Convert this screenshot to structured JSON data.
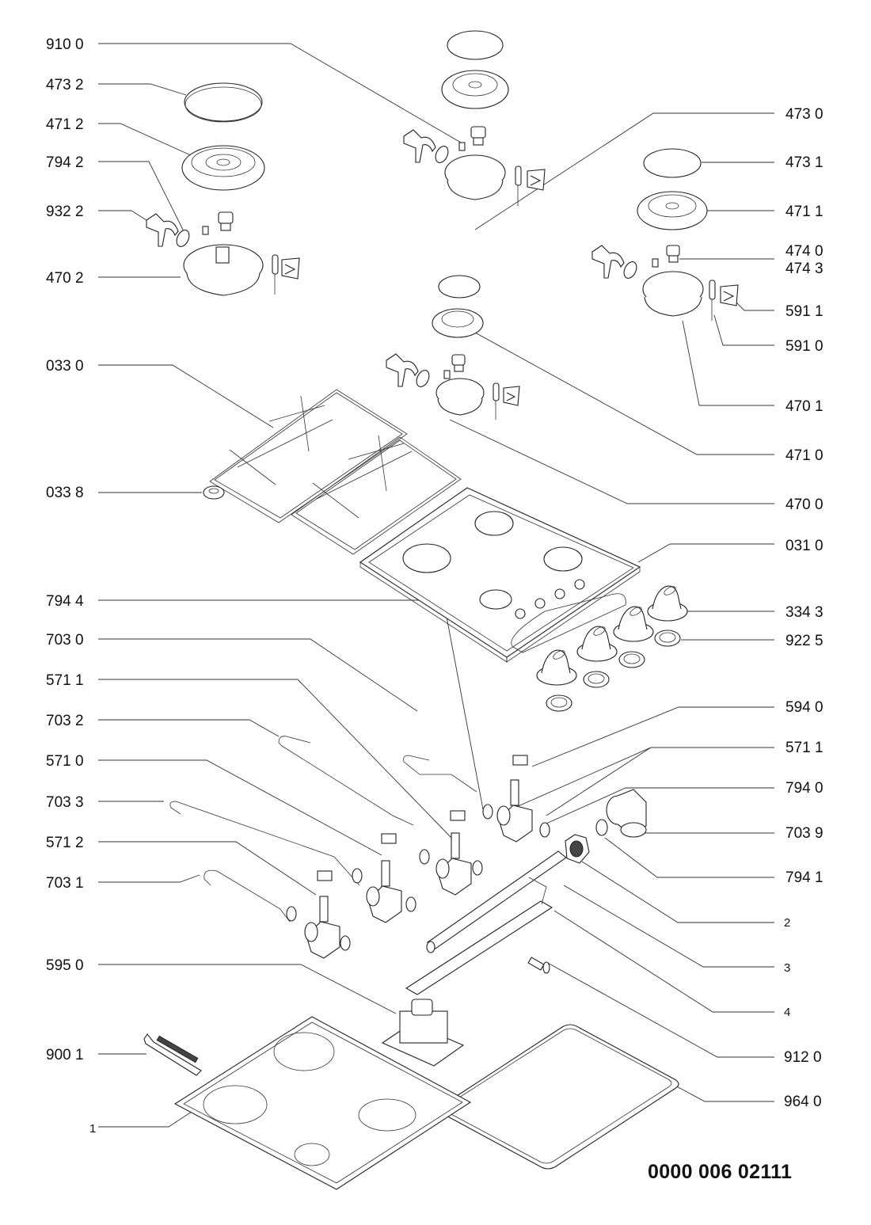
{
  "diagram": {
    "type": "exploded-parts-view",
    "subject": "gas hob (4 burners)",
    "drawing_number": "0000 006 02111"
  },
  "labels_left": [
    {
      "id": "910-0",
      "text": "910 0"
    },
    {
      "id": "473-2",
      "text": "473 2"
    },
    {
      "id": "471-2",
      "text": "471 2"
    },
    {
      "id": "794-2",
      "text": "794 2"
    },
    {
      "id": "932-2",
      "text": "932 2"
    },
    {
      "id": "470-2",
      "text": "470 2"
    },
    {
      "id": "033-0",
      "text": "033 0"
    },
    {
      "id": "033-8",
      "text": "033 8"
    },
    {
      "id": "794-4",
      "text": "794 4"
    },
    {
      "id": "703-0",
      "text": "703 0"
    },
    {
      "id": "571-1-left",
      "text": "571 1"
    },
    {
      "id": "703-2",
      "text": "703 2"
    },
    {
      "id": "571-0",
      "text": "571 0"
    },
    {
      "id": "703-3",
      "text": "703 3"
    },
    {
      "id": "571-2",
      "text": "571 2"
    },
    {
      "id": "703-1",
      "text": "703 1"
    },
    {
      "id": "595-0",
      "text": "595 0"
    },
    {
      "id": "900-1",
      "text": "900 1"
    },
    {
      "id": "1",
      "text": "1"
    }
  ],
  "labels_right": [
    {
      "id": "473-0",
      "text": "473 0"
    },
    {
      "id": "473-1",
      "text": "473 1"
    },
    {
      "id": "471-1",
      "text": "471 1"
    },
    {
      "id": "474-0",
      "text": "474 0"
    },
    {
      "id": "474-3",
      "text": "474 3"
    },
    {
      "id": "591-1",
      "text": "591 1"
    },
    {
      "id": "591-0",
      "text": "591 0"
    },
    {
      "id": "470-1",
      "text": "470 1"
    },
    {
      "id": "471-0",
      "text": "471 0"
    },
    {
      "id": "470-0",
      "text": "470 0"
    },
    {
      "id": "031-0",
      "text": "031 0"
    },
    {
      "id": "334-3",
      "text": "334 3"
    },
    {
      "id": "922-5",
      "text": "922 5"
    },
    {
      "id": "594-0",
      "text": "594 0"
    },
    {
      "id": "571-1-right",
      "text": "571 1"
    },
    {
      "id": "794-0",
      "text": "794 0"
    },
    {
      "id": "703-9",
      "text": "703 9"
    },
    {
      "id": "794-1",
      "text": "794 1"
    },
    {
      "id": "2",
      "text": "2"
    },
    {
      "id": "3",
      "text": "3"
    },
    {
      "id": "4",
      "text": "4"
    },
    {
      "id": "912-0",
      "text": "912 0"
    },
    {
      "id": "964-0",
      "text": "964 0"
    }
  ]
}
